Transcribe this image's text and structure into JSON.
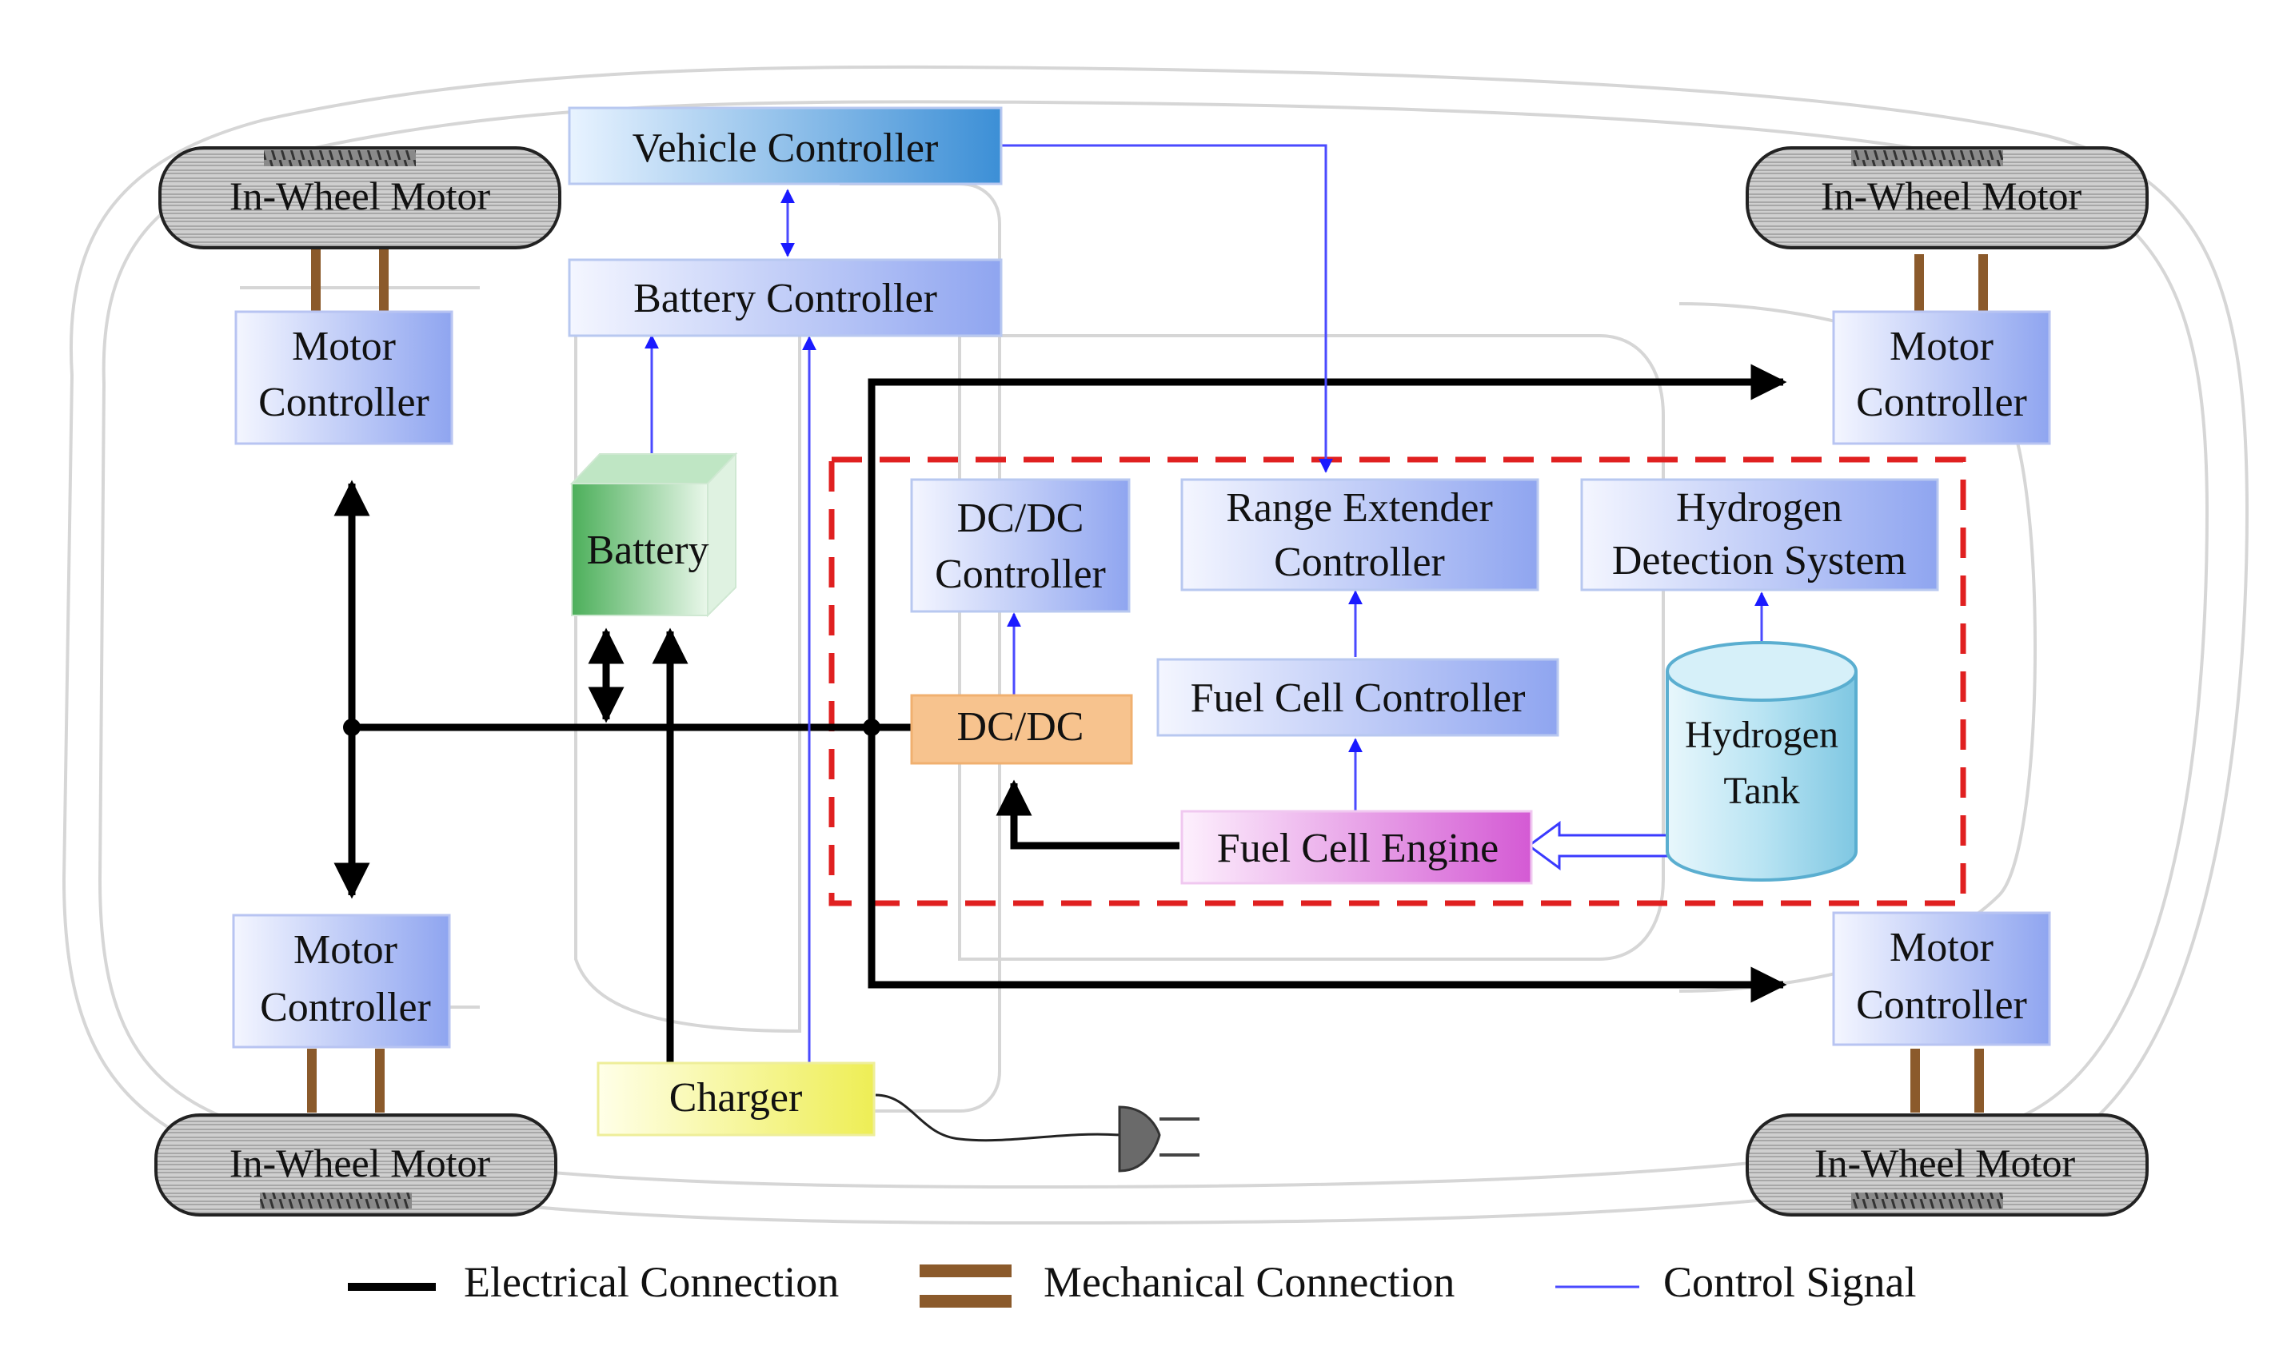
{
  "labels": {
    "vehicle_controller": "Vehicle Controller",
    "battery_controller": "Battery Controller",
    "battery": "Battery",
    "charger": "Charger",
    "motor_controller": [
      "Motor",
      "Controller"
    ],
    "in_wheel_motor": "In-Wheel Motor",
    "dcdc_controller": [
      "DC/DC",
      "Controller"
    ],
    "range_extender_controller": [
      "Range Extender",
      "Controller"
    ],
    "hydrogen_detection_system": [
      "Hydrogen",
      "Detection System"
    ],
    "dcdc": "DC/DC",
    "fuel_cell_controller": "Fuel Cell Controller",
    "fuel_cell_engine": "Fuel Cell Engine",
    "hydrogen_tank": [
      "Hydrogen",
      "Tank"
    ]
  },
  "legend": {
    "electrical": "Electrical Connection",
    "mechanical": "Mechanical Connection",
    "control": "Control Signal"
  },
  "colors": {
    "electrical": "#000000",
    "mechanical": "#8b5a2b",
    "control": "#2b2bff",
    "range_extender_boundary": "#e02020",
    "battery": "#5cbf6a",
    "charger": "#f4f47a",
    "dcdc": "#f5c08a",
    "fuel_cell_engine": "#e070e0",
    "hydrogen_tank": "#a8dcef",
    "controller_box": "#aab9f5"
  }
}
